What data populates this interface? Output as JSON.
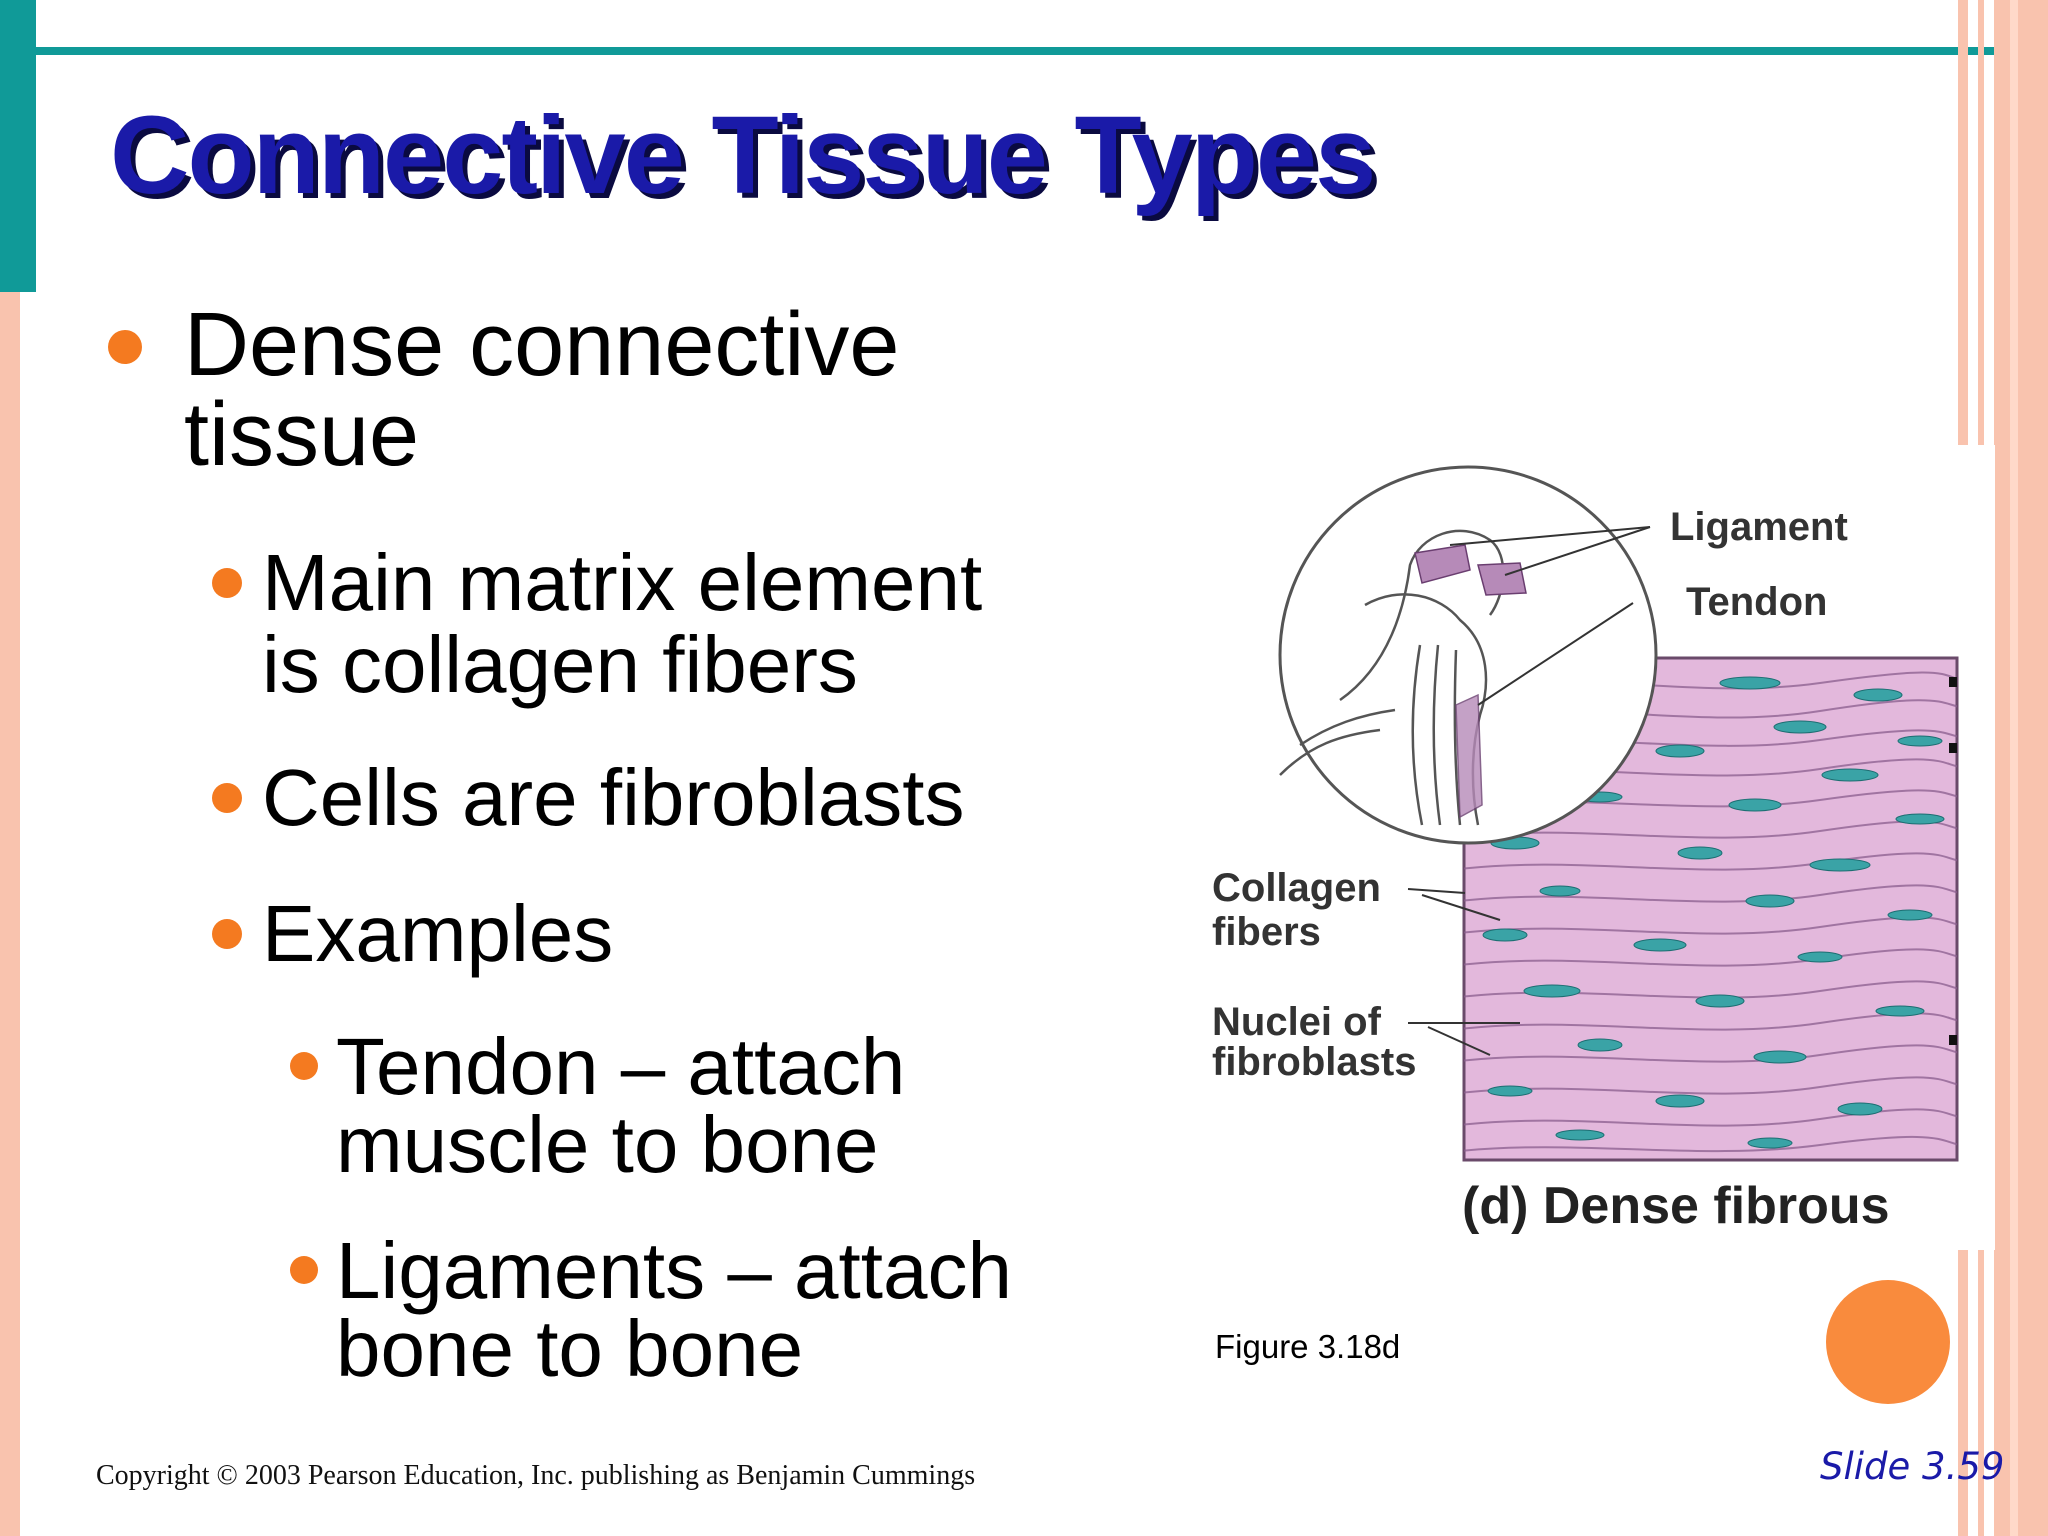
{
  "slide": {
    "title": "Connective Tissue Types",
    "bullets": {
      "b1": {
        "line1": "Dense connective",
        "line2": "tissue"
      },
      "b2": {
        "line1": "Main matrix element",
        "line2": "is collagen fibers"
      },
      "b3": {
        "line1": "Cells are fibroblasts"
      },
      "b4": {
        "line1": "Examples"
      },
      "b5": {
        "line1": "Tendon – attach",
        "line2": "muscle to bone"
      },
      "b6": {
        "line1": "Ligaments – attach",
        "line2": "bone to bone"
      }
    },
    "figure": {
      "label_ligament": "Ligament",
      "label_tendon": "Tendon",
      "label_collagen_1": "Collagen",
      "label_collagen_2": "fibers",
      "label_nuclei_1": "Nuclei of",
      "label_nuclei_2": "fibroblasts",
      "caption": "(d) Dense fibrous",
      "figure_number": "Figure 3.18d"
    },
    "footer": {
      "copyright": "Copyright © 2003 Pearson Education, Inc. publishing as Benjamin Cummings",
      "slide_number": "Slide 3.59"
    }
  },
  "colors": {
    "title": "#1a1aa8",
    "bullet": "#f47a20",
    "teal_accent": "#109a98",
    "salmon_border": "#f9c3ae",
    "tissue_pink": "#e3b8dc",
    "nuclei_teal": "#3aa3a6"
  }
}
